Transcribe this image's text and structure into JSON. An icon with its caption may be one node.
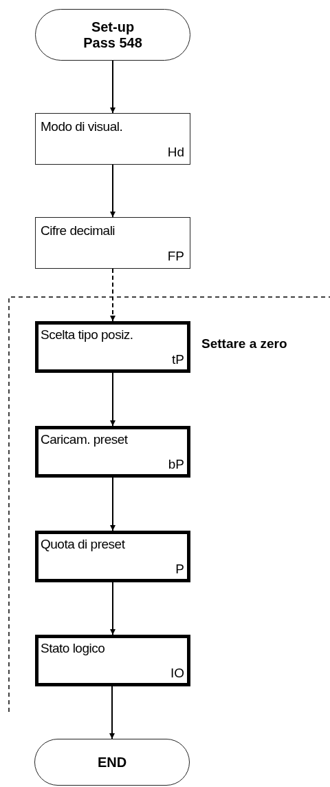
{
  "diagram": {
    "nodes": [
      {
        "text": [
          "Set-up Pass 548"
        ]
      },
      {
        "text": [
          "Modo di visual.",
          "Hd"
        ]
      },
      {
        "text": [
          "Cifre decimali",
          "FP"
        ]
      },
      {
        "text": [
          "Scelta tipo posiz.",
          "tP"
        ],
        "beside": [
          "Settare a zero"
        ]
      },
      {
        "text": [
          "Caricam. preset",
          "bP"
        ]
      },
      {
        "text": [
          "Quota di preset",
          "P"
        ]
      },
      {
        "text": [
          "Stato logico",
          "IO"
        ]
      },
      {
        "text": [
          "END"
        ]
      }
    ],
    "edges": [
      {
        "from": 0,
        "to": 1,
        "arrow": "to"
      },
      {
        "from": 1,
        "to": 2,
        "arrow": "to"
      },
      {
        "from": 2,
        "to": 3,
        "arrow": "to",
        "style": "dashed"
      },
      {
        "from": 3,
        "to": 4,
        "arrow": "to"
      },
      {
        "from": 4,
        "to": 5,
        "arrow": "to"
      },
      {
        "from": 5,
        "to": 6,
        "arrow": "to"
      },
      {
        "from": 6,
        "to": 7,
        "arrow": "to"
      }
    ]
  }
}
